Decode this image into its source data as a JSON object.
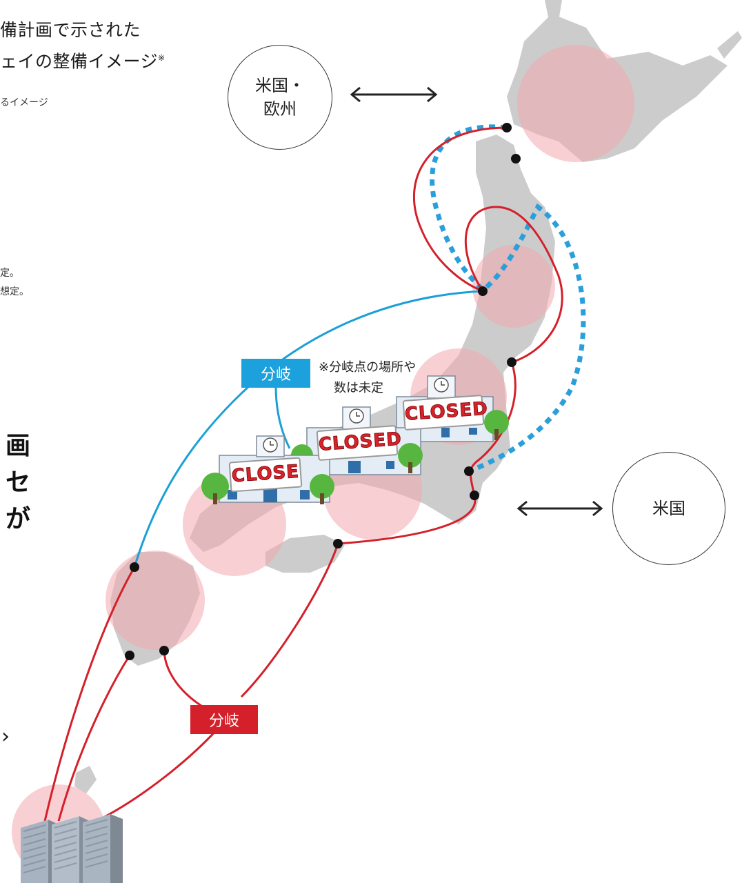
{
  "header": {
    "title_line1": "備計画で示された",
    "title_line2": "ェイの整備イメージ",
    "title_mark": "※",
    "note_image": "るイメージ",
    "note_1": "定。",
    "note_2": "想定。"
  },
  "left_text": {
    "line1": "画",
    "line2": "セ",
    "line3": "が",
    "arrow": "›"
  },
  "destinations": {
    "us_europe_line1": "米国・",
    "us_europe_line2": "欧州",
    "us": "米国"
  },
  "branches": {
    "blue_label": "分岐",
    "red_label": "分岐",
    "note_line1": "※分岐点の場所や",
    "note_line2": "数は未定"
  },
  "closed_signs": [
    "CLOSED",
    "CLOSED",
    "CLOSE"
  ],
  "colors": {
    "red_route": "#d4202a",
    "blue_route": "#1aa0d6",
    "dotted_route": "#2a9fdb",
    "region_circle": "#f3b3b8",
    "land": "#c9c9c9",
    "branch_blue": "#1da1dd",
    "branch_red": "#d4202a"
  }
}
